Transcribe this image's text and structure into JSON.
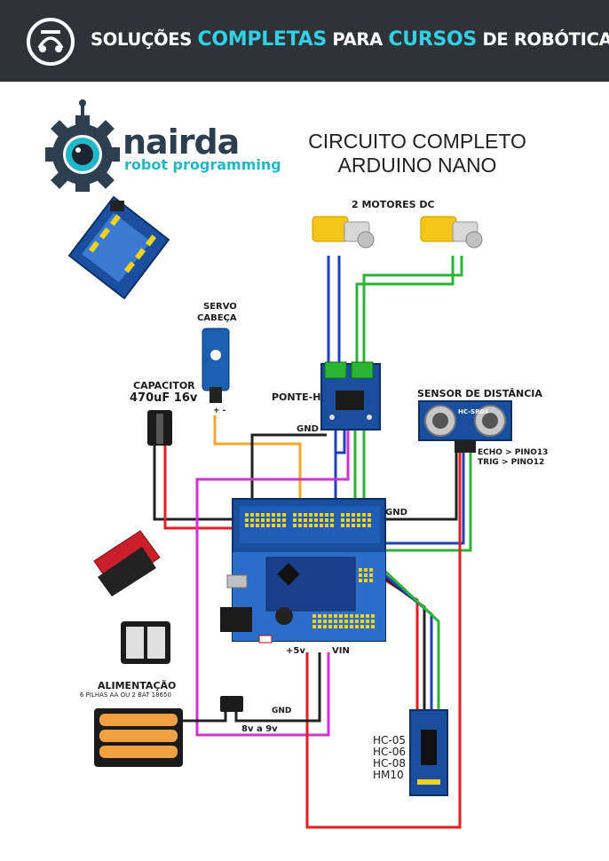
{
  "header": {
    "prefix": "SOLUÇÕES ",
    "hl1": "COMPLETAS",
    "mid": " PARA ",
    "hl2": "CURSOS",
    "suffix": " DE ROBÓTICA"
  },
  "logo": {
    "name": "nairda",
    "tagline": "robot programming"
  },
  "title": {
    "line1": "CIRCUITO COMPLETO",
    "line2": "ARDUINO NANO"
  },
  "labels": {
    "motors": "2 MOTORES DC",
    "servo_1": "SERVO",
    "servo_2": "CABEÇA",
    "capacitor_1": "CAPACITOR",
    "capacitor_2": "470uF 16v",
    "hbridge": "PONTE-H",
    "gnd_top": "GND",
    "gnd_right": "GND",
    "gnd_bottom": "GND",
    "servo_pins": "+ -",
    "sensor": "SENSOR DE DISTÂNCIA",
    "echo": "ECHO > PINO13",
    "trig": "TRIG  > PINO12",
    "plus5v": "+5v",
    "vin": "VIN",
    "power_title": "ALIMENTAÇÃO",
    "power_sub": "6 PILHAS AA OU 2 BAT 18650",
    "voltage": "8v a 9v",
    "bt1": "HC-05",
    "bt2": "HC-06",
    "bt3": "HC-08",
    "bt4": "HM10",
    "sensor_chip": "HC-SR04"
  },
  "colors": {
    "red": "#e31e24",
    "black": "#222222",
    "blue": "#1f3fbf",
    "green": "#2bb535",
    "orange": "#f5a623",
    "magenta": "#d22fd6",
    "header_bg": "#2f3237",
    "accent": "#31d0e3"
  }
}
